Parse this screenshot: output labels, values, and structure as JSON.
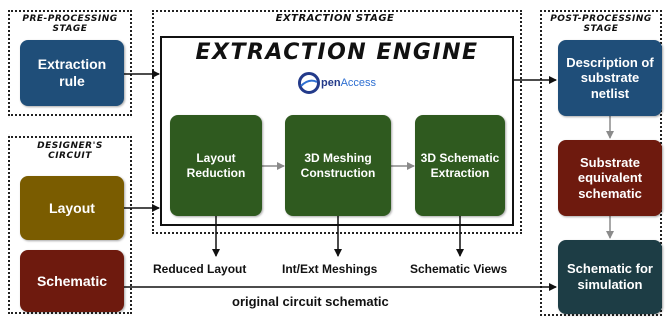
{
  "stages": {
    "pre": "Pre-processing stage",
    "extraction": "Extraction stage",
    "post": "Post-processing stage",
    "designer": "Designer's circuit"
  },
  "engine": {
    "title": "Extraction Engine",
    "logo": {
      "prefix": "O",
      "main": "pen",
      "accent": "Access"
    }
  },
  "nodes": {
    "extraction_rule": "Extraction rule",
    "layout": "Layout",
    "schematic": "Schematic",
    "layout_reduction": "Layout Reduction",
    "meshing": "3D Meshing Construction",
    "schematic_extraction": "3D Schematic Extraction",
    "substrate_netlist": "Description of substrate netlist",
    "substrate_equivalent": "Substrate equivalent schematic",
    "schematic_simulation": "Schematic for simulation"
  },
  "outputs": {
    "reduced_layout": "Reduced Layout",
    "meshings": "Int/Ext Meshings",
    "schematic_views": "Schematic Views",
    "original_schematic": "original circuit schematic"
  },
  "colors": {
    "blue": "#1f4e79",
    "olive": "#7a5c00",
    "maroon": "#6e1a0e",
    "green": "#2f5a1f",
    "dark_teal": "#1d3d45",
    "arrow_gray": "#8a8a8a"
  }
}
